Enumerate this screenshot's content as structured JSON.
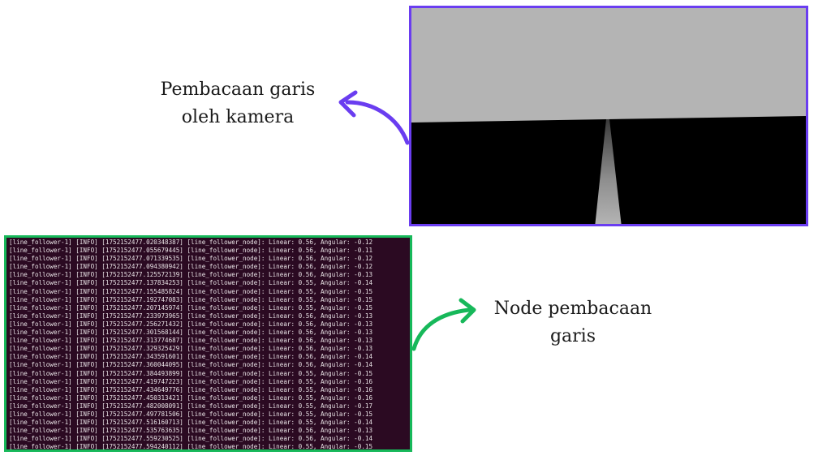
{
  "captions": {
    "camera": [
      "Pembacaan garis",
      "oleh kamera"
    ],
    "node": [
      "Node pembacaan",
      "garis"
    ]
  },
  "colors": {
    "camera_border": "#6a3df0",
    "camera_arrow": "#6a3df0",
    "terminal_border": "#17b85a",
    "node_arrow": "#17b85a",
    "terminal_background": "#2b0a22",
    "camera_sky": "#b4b4b4",
    "camera_ground": "#000000",
    "camera_line": "#9a9a9a"
  },
  "icons": {
    "camera_arrow": "curved-arrow-left",
    "node_arrow": "curved-arrow-up-right"
  },
  "terminal": {
    "lines": [
      "[line_follower-1] [INFO] [1752152477.020348387] [line_follower_node]: Linear: 0.56, Angular: -0.12",
      "[line_follower-1] [INFO] [1752152477.055679445] [line_follower_node]: Linear: 0.56, Angular: -0.11",
      "[line_follower-1] [INFO] [1752152477.071339535] [line_follower_node]: Linear: 0.56, Angular: -0.12",
      "[line_follower-1] [INFO] [1752152477.094380942] [line_follower_node]: Linear: 0.56, Angular: -0.12",
      "[line_follower-1] [INFO] [1752152477.125572139] [line_follower_node]: Linear: 0.56, Angular: -0.13",
      "[line_follower-1] [INFO] [1752152477.137834253] [line_follower_node]: Linear: 0.55, Angular: -0.14",
      "[line_follower-1] [INFO] [1752152477.155485824] [line_follower_node]: Linear: 0.55, Angular: -0.15",
      "[line_follower-1] [INFO] [1752152477.192747083] [line_follower_node]: Linear: 0.55, Angular: -0.15",
      "[line_follower-1] [INFO] [1752152477.207145974] [line_follower_node]: Linear: 0.55, Angular: -0.15",
      "[line_follower-1] [INFO] [1752152477.233973965] [line_follower_node]: Linear: 0.56, Angular: -0.13",
      "[line_follower-1] [INFO] [1752152477.256271432] [line_follower_node]: Linear: 0.56, Angular: -0.13",
      "[line_follower-1] [INFO] [1752152477.301568144] [line_follower_node]: Linear: 0.56, Angular: -0.13",
      "[line_follower-1] [INFO] [1752152477.313774687] [line_follower_node]: Linear: 0.56, Angular: -0.13",
      "[line_follower-1] [INFO] [1752152477.329325429] [line_follower_node]: Linear: 0.56, Angular: -0.13",
      "[line_follower-1] [INFO] [1752152477.343591601] [line_follower_node]: Linear: 0.56, Angular: -0.14",
      "[line_follower-1] [INFO] [1752152477.360044095] [line_follower_node]: Linear: 0.56, Angular: -0.14",
      "[line_follower-1] [INFO] [1752152477.384493899] [line_follower_node]: Linear: 0.55, Angular: -0.15",
      "[line_follower-1] [INFO] [1752152477.419747223] [line_follower_node]: Linear: 0.55, Angular: -0.16",
      "[line_follower-1] [INFO] [1752152477.434649776] [line_follower_node]: Linear: 0.55, Angular: -0.16",
      "[line_follower-1] [INFO] [1752152477.450313421] [line_follower_node]: Linear: 0.55, Angular: -0.16",
      "[line_follower-1] [INFO] [1752152477.482008091] [line_follower_node]: Linear: 0.55, Angular: -0.17",
      "[line_follower-1] [INFO] [1752152477.497781506] [line_follower_node]: Linear: 0.55, Angular: -0.15",
      "[line_follower-1] [INFO] [1752152477.516160713] [line_follower_node]: Linear: 0.55, Angular: -0.14",
      "[line_follower-1] [INFO] [1752152477.535763635] [line_follower_node]: Linear: 0.56, Angular: -0.13",
      "[line_follower-1] [INFO] [1752152477.559230525] [line_follower_node]: Linear: 0.56, Angular: -0.14",
      "[line_follower-1] [INFO] [1752152477.594240112] [line_follower_node]: Linear: 0.55, Angular: -0.15"
    ]
  }
}
